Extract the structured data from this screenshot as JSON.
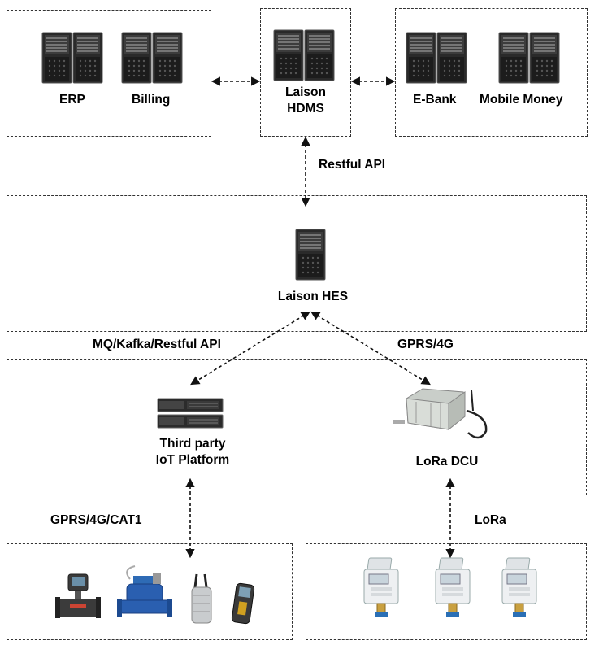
{
  "erp_box": {
    "erp": "ERP",
    "billing": "Billing"
  },
  "hdms": {
    "line1": "Laison",
    "line2": "HDMS"
  },
  "bank_box": {
    "ebank": "E-Bank",
    "mobile": "Mobile Money"
  },
  "links": {
    "restful": "Restful API",
    "mq": "MQ/Kafka/Restful API",
    "gprs4g": "GPRS/4G",
    "gprs_cat1": "GPRS/4G/CAT1",
    "lora": "LoRa"
  },
  "hes": {
    "label": "Laison HES"
  },
  "iot": {
    "line1": "Third party",
    "line2": "IoT Platform"
  },
  "dcu": {
    "label": "LoRa DCU"
  }
}
